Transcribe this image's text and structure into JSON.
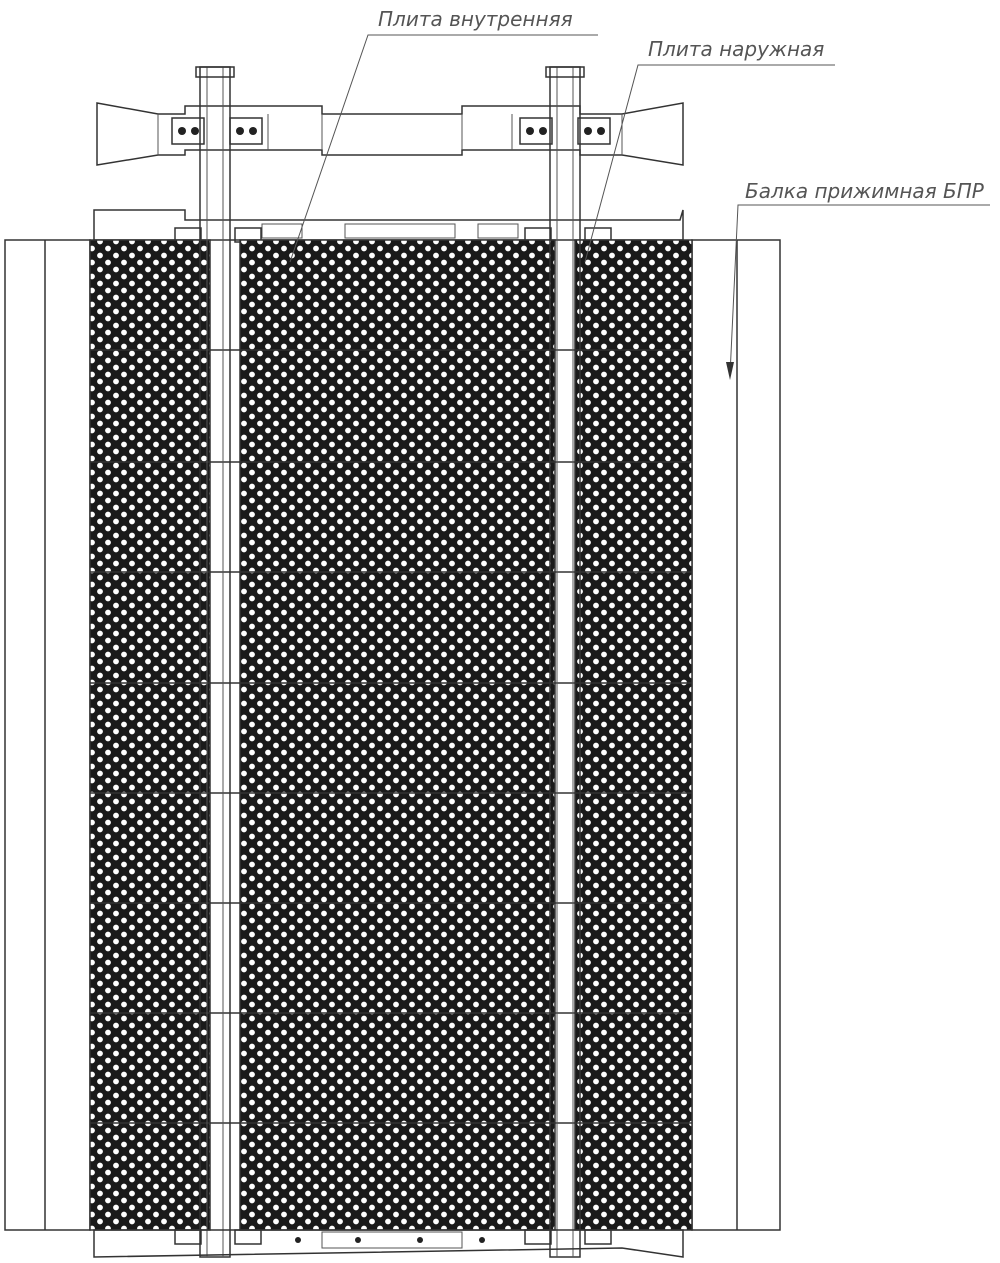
{
  "labels": {
    "inner_plate": "Плита внутренняя",
    "outer_plate": "Плита наружная",
    "clamp_beam": "Балка прижимная БПР"
  },
  "colors": {
    "line": "#333333",
    "perforation": "#1a1a1a",
    "label": "#555555",
    "background": "#ffffff"
  }
}
